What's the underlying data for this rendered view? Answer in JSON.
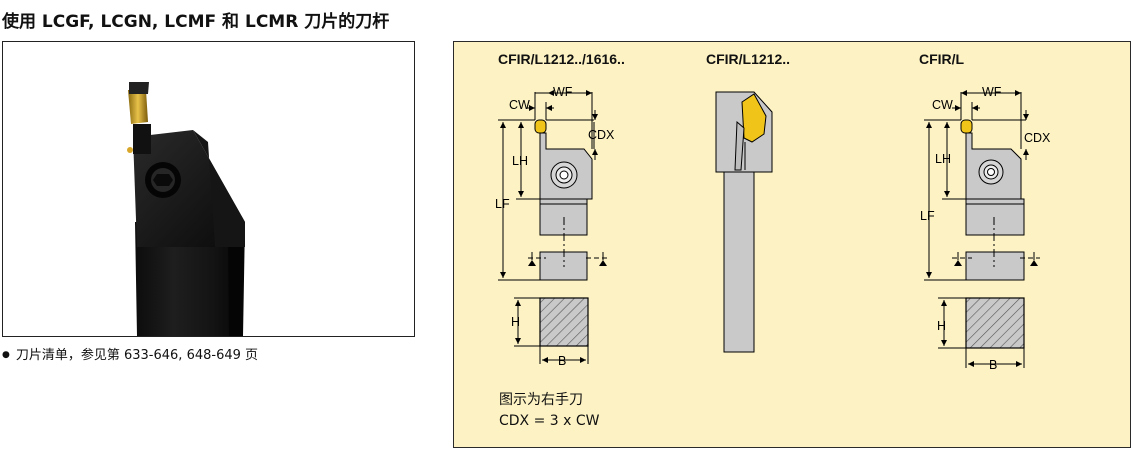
{
  "page_title": "使用 LCGF, LCGN, LCMF 和 LCMR 刀片的刀杆",
  "note": "刀片清单，参见第 633-646, 648-649 页",
  "diagrams": {
    "left_title": "CFIR/L1212../1616..",
    "middle_title": "CFIR/L1212..",
    "right_title": "CFIR/L",
    "labels": {
      "cw": "CW",
      "wf": "WF",
      "cdx": "CDX",
      "lh": "LH",
      "lf": "LF",
      "h": "H",
      "b": "B"
    }
  },
  "caption": {
    "line1": "图示为右手刀",
    "line2": "CDX = 3 x CW"
  },
  "colors": {
    "background": "#fdf2c3",
    "insert": "#f0c419",
    "body_gray": "#c9c9c9"
  }
}
